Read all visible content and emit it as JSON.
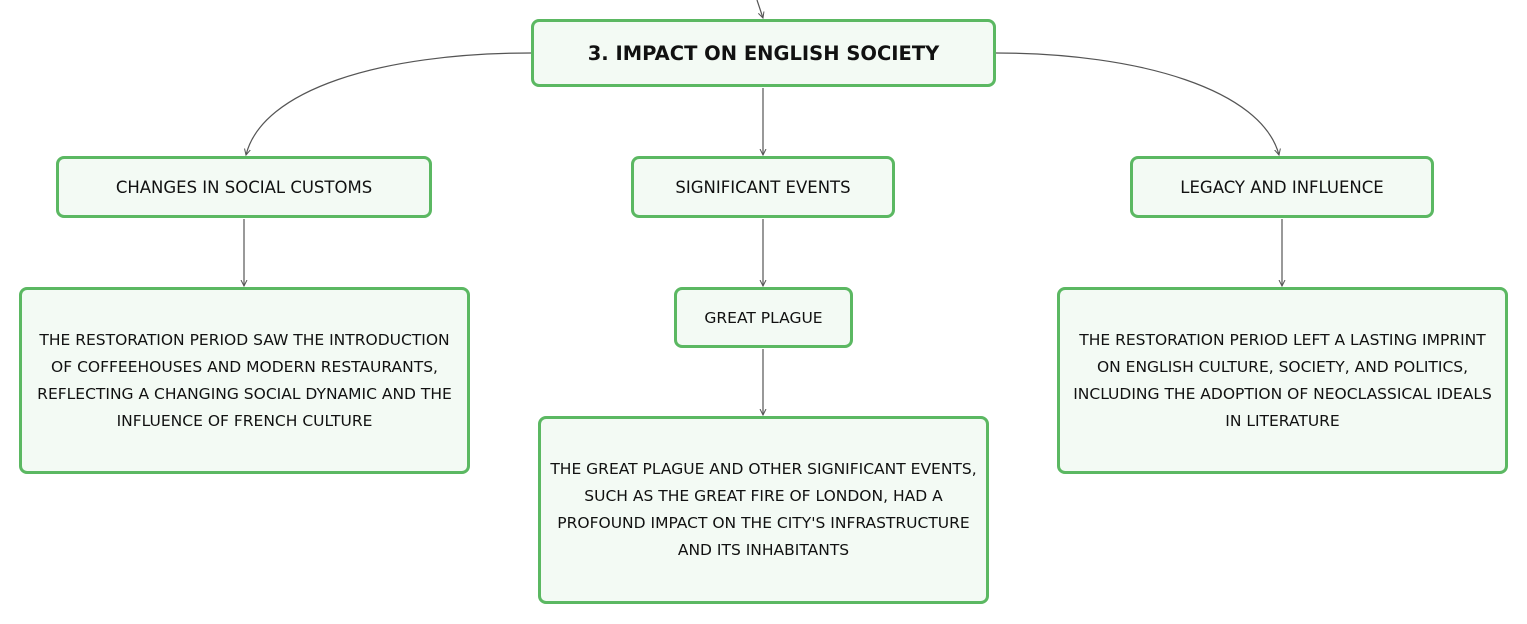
{
  "diagram": {
    "root": {
      "label": "3. IMPACT ON ENGLISH SOCIETY"
    },
    "branches": [
      {
        "label": "CHANGES IN SOCIAL CUSTOMS",
        "detail": "THE RESTORATION PERIOD SAW THE INTRODUCTION OF COFFEEHOUSES AND MODERN RESTAURANTS, REFLECTING A CHANGING SOCIAL DYNAMIC AND THE INFLUENCE OF FRENCH CULTURE"
      },
      {
        "label": "SIGNIFICANT EVENTS",
        "subtopic": "GREAT PLAGUE",
        "detail": "THE GREAT PLAGUE AND OTHER SIGNIFICANT EVENTS, SUCH AS THE GREAT FIRE OF LONDON, HAD A PROFOUND IMPACT ON THE CITY'S INFRASTRUCTURE AND ITS INHABITANTS"
      },
      {
        "label": "LEGACY AND INFLUENCE",
        "detail": "THE RESTORATION PERIOD LEFT A LASTING IMPRINT ON ENGLISH CULTURE, SOCIETY, AND POLITICS, INCLUDING THE ADOPTION OF NEOCLASSICAL IDEALS IN LITERATURE"
      }
    ],
    "colors": {
      "node_border": "#5bb862",
      "node_fill": "#f3faf4",
      "connector": "#555555",
      "text": "#111111"
    }
  }
}
